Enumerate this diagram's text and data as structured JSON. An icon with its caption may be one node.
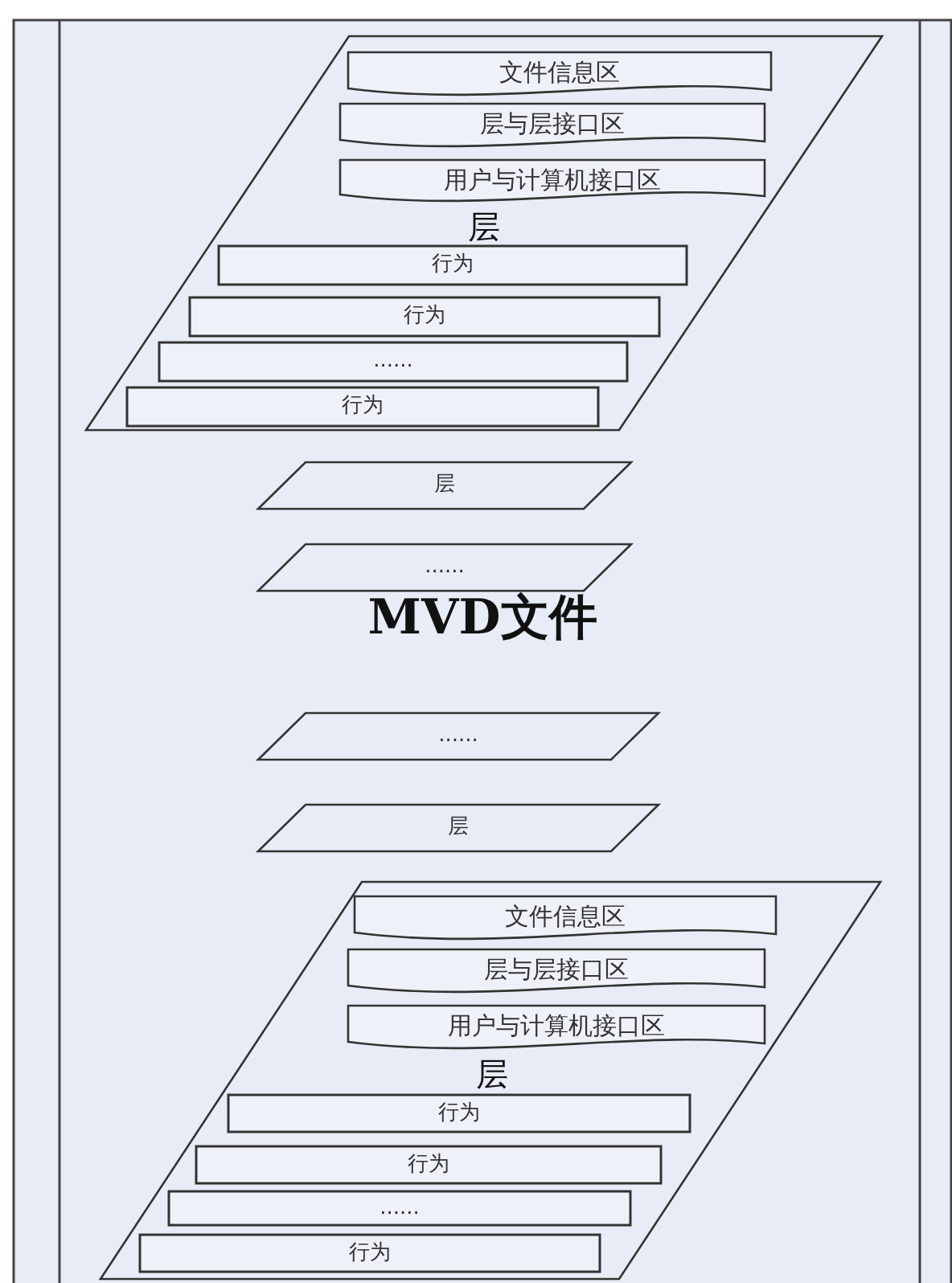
{
  "diagram": {
    "nodes": [
      {
        "text": [
          "MVD文件"
        ]
      },
      {
        "text": [
          "层"
        ],
        "in": 0
      },
      {
        "text": [
          "文件信息区"
        ],
        "in": 1
      },
      {
        "text": [
          "层与层接口区"
        ],
        "in": 1
      },
      {
        "text": [
          "用户与计算机接口区"
        ],
        "in": 1
      },
      {
        "text": [
          "行为"
        ],
        "in": 1
      },
      {
        "text": [
          "行为"
        ],
        "in": 1
      },
      {
        "text": [
          "......"
        ],
        "in": 1
      },
      {
        "text": [
          "行为"
        ],
        "in": 1
      },
      {
        "text": [
          "层"
        ],
        "in": 0
      },
      {
        "text": [
          "......"
        ],
        "in": 0
      },
      {
        "text": [
          "......"
        ],
        "in": 0
      },
      {
        "text": [
          "层"
        ],
        "in": 0
      },
      {
        "text": [
          "层"
        ],
        "in": 0
      },
      {
        "text": [
          "文件信息区"
        ],
        "in": 13
      },
      {
        "text": [
          "层与层接口区"
        ],
        "in": 13
      },
      {
        "text": [
          "用户与计算机接口区"
        ],
        "in": 13
      },
      {
        "text": [
          "行为"
        ],
        "in": 13
      },
      {
        "text": [
          "行为"
        ],
        "in": 13
      },
      {
        "text": [
          "......"
        ],
        "in": 13
      },
      {
        "text": [
          "行为"
        ],
        "in": 13
      }
    ]
  }
}
